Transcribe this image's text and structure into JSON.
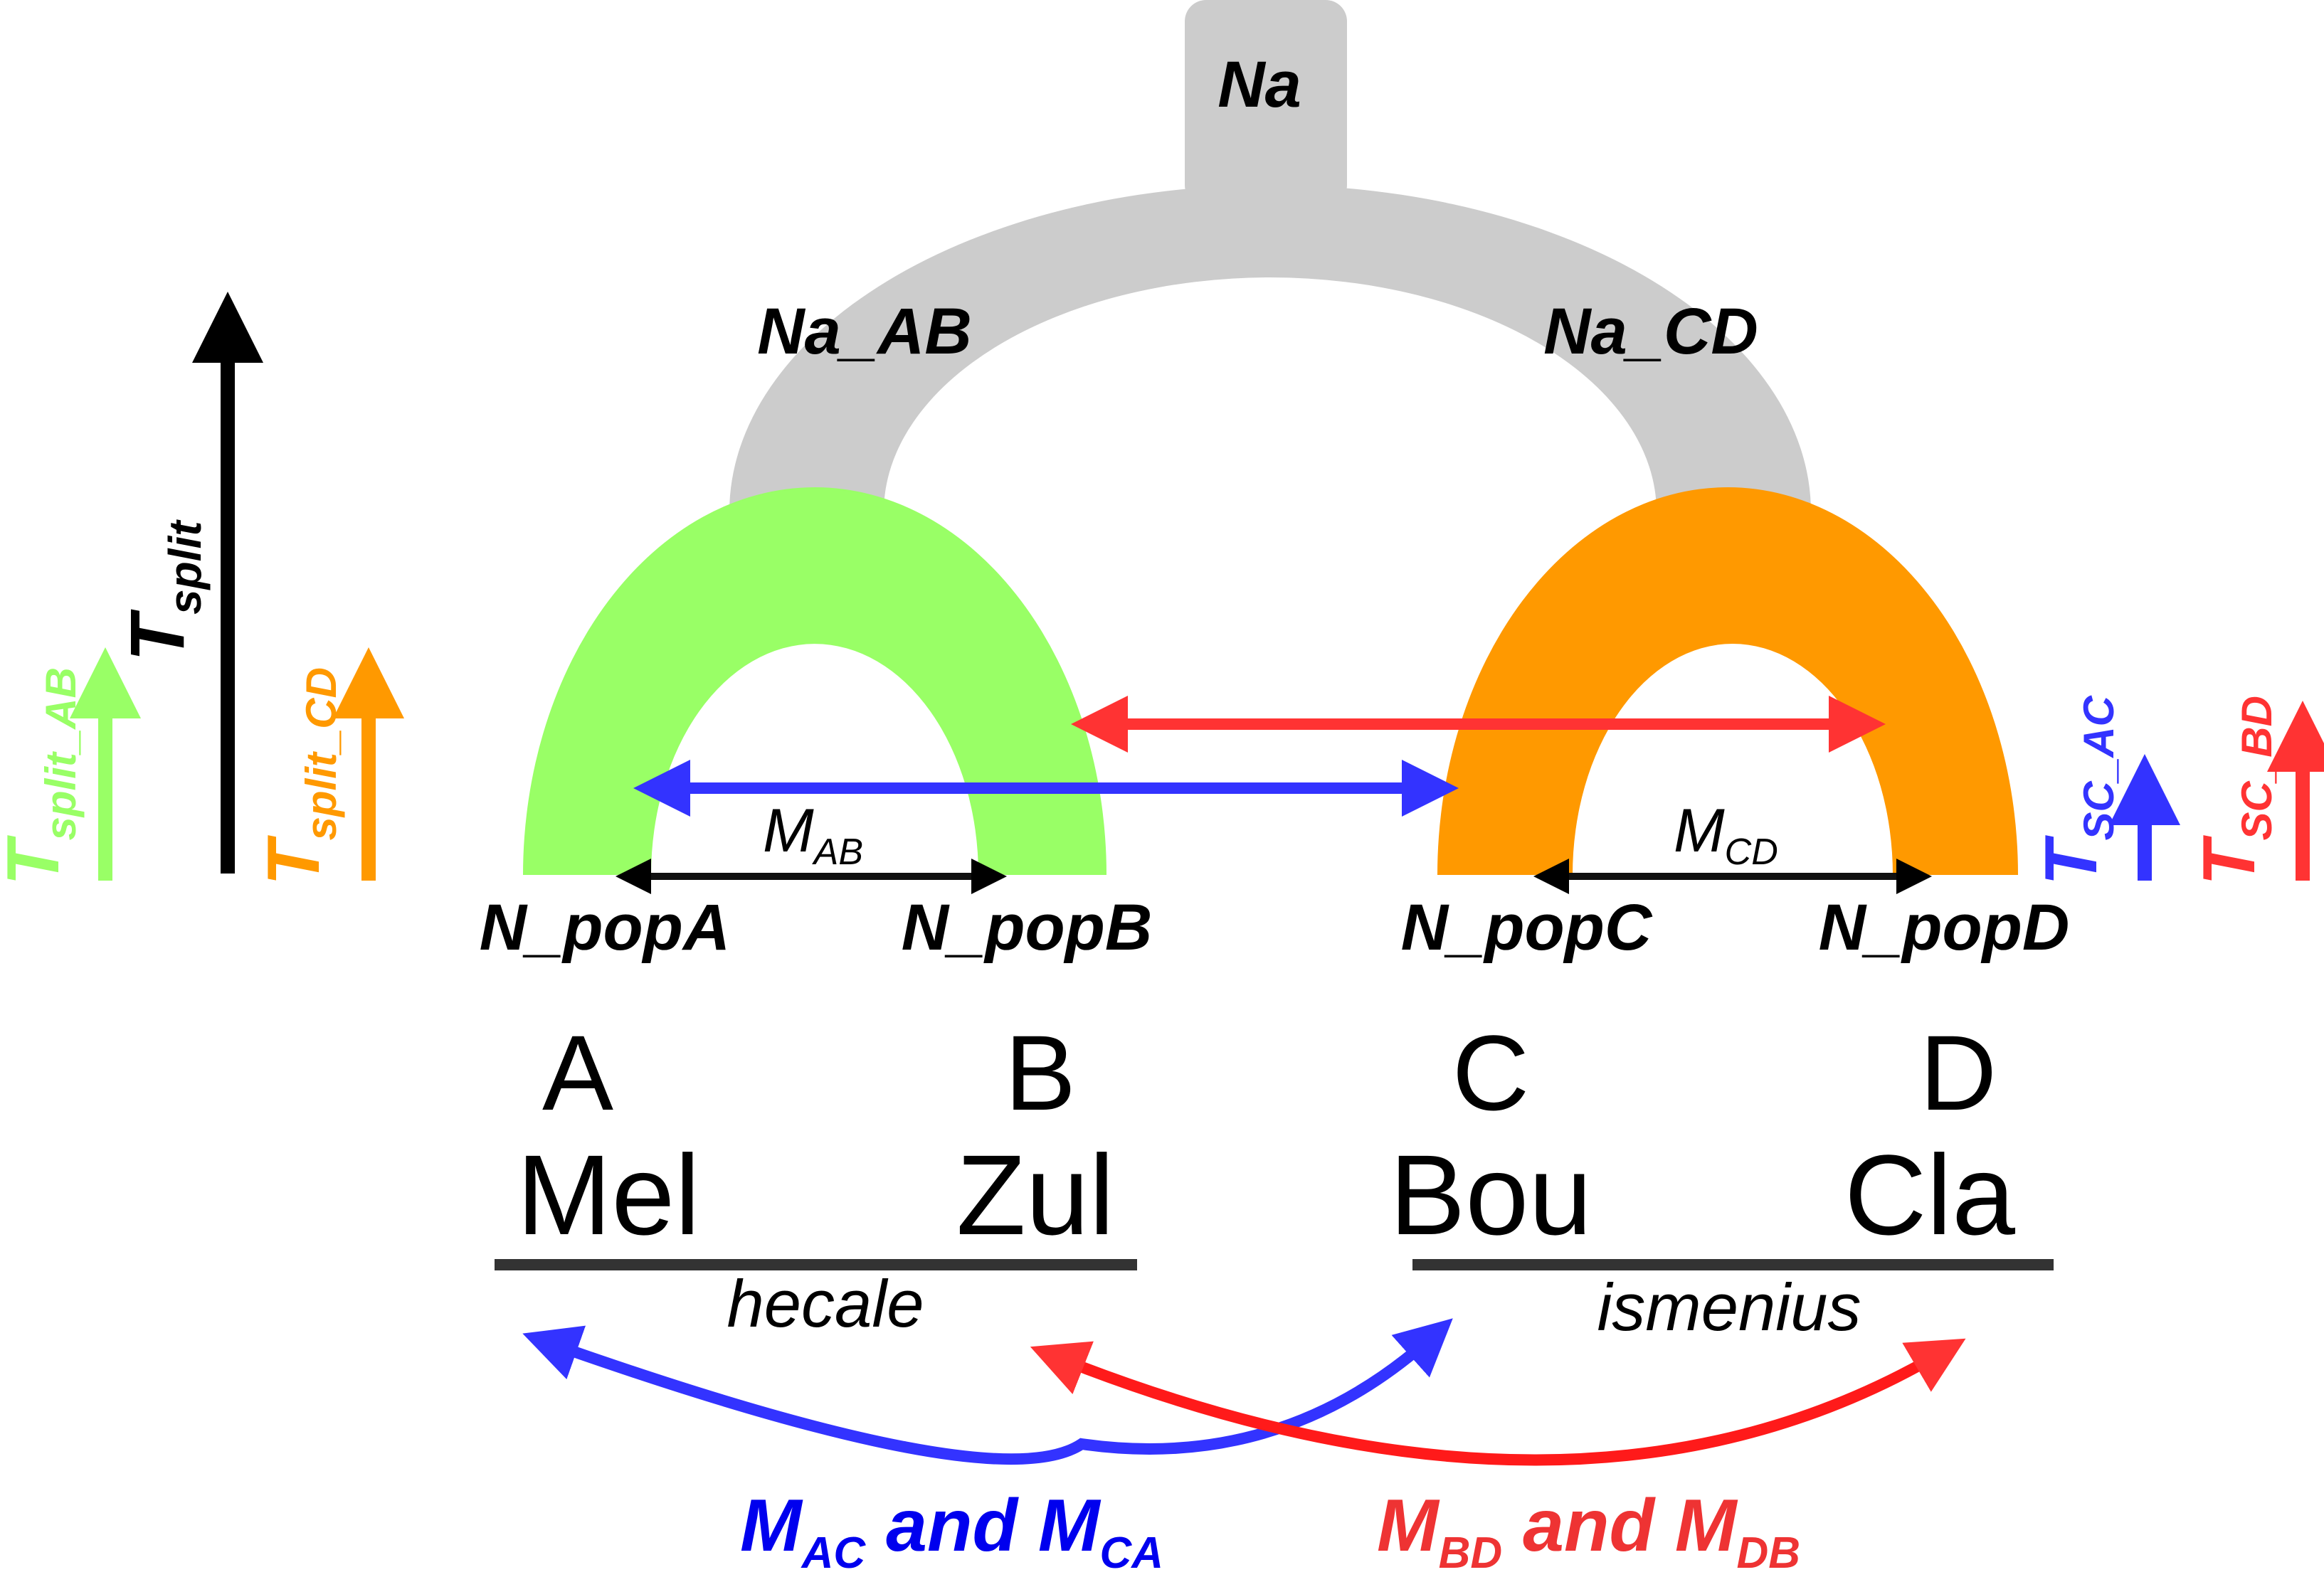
{
  "colors": {
    "ancestral": "#cccccc",
    "group_ab": "#99ff66",
    "group_cd": "#ff9900",
    "split_total": "#000000",
    "gene_flow_ac": "#3333ff",
    "gene_flow_bd": "#ff3333",
    "label_ac": "#0000ee",
    "label_bd": "#ee3333",
    "text": "#000000",
    "species_bar": "#333333"
  },
  "populations": {
    "ancestral": "Na",
    "ancestral_ab": "Na_AB",
    "ancestral_cd": "Na_CD",
    "pop_a": "N_popA",
    "pop_b": "N_popB",
    "pop_c": "N_popC",
    "pop_d": "N_popD"
  },
  "migration_labels": {
    "ab": {
      "base": "M",
      "sub": "AB"
    },
    "cd": {
      "base": "M",
      "sub": "CD"
    }
  },
  "time_arrows": {
    "split": {
      "base": "T",
      "sub": "split"
    },
    "split_ab": {
      "base": "T",
      "sub": "split_AB"
    },
    "split_cd": {
      "base": "T",
      "sub": "split_CD"
    },
    "sc_ac": {
      "base": "T",
      "sub": "SC_AC"
    },
    "sc_bd": {
      "base": "T",
      "sub": "SC_BD"
    }
  },
  "samples": {
    "letters": [
      "A",
      "B",
      "C",
      "D"
    ],
    "names": [
      "Mel",
      "Zul",
      "Bou",
      "Cla"
    ]
  },
  "species": {
    "left": "hecale",
    "right": "ismenius"
  },
  "gene_flow_legend": {
    "ac": {
      "m1": "M",
      "sub1": "AC",
      "and": " and ",
      "m2": "M",
      "sub2": "CA"
    },
    "bd": {
      "m1": "M",
      "sub1": "BD",
      "and": " and ",
      "m2": "M",
      "sub2": "DB"
    }
  }
}
